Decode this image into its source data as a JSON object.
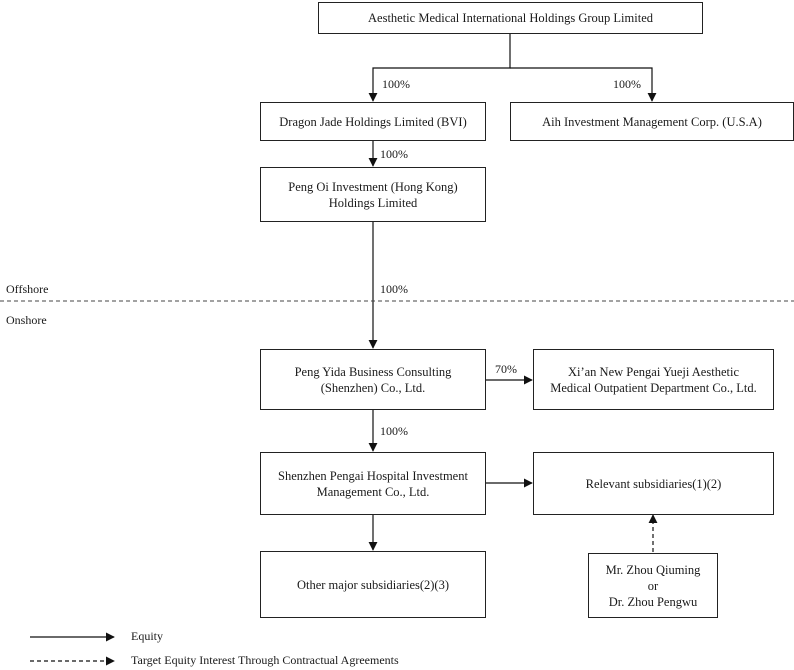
{
  "entities": {
    "parent": "Aesthetic Medical International Holdings Group Limited",
    "dragon_jade": "Dragon Jade Holdings Limited (BVI)",
    "aih": "Aih Investment Management Corp. (U.S.A)",
    "peng_oi_line1": "Peng Oi Investment (Hong Kong)",
    "peng_oi_line2": "Holdings Limited",
    "peng_yida_line1": "Peng Yida Business Consulting",
    "peng_yida_line2": "(Shenzhen) Co., Ltd.",
    "xian_line1": "Xi’an New Pengai Yueji Aesthetic",
    "xian_line2": "Medical Outpatient Department Co., Ltd.",
    "shenzhen_pengai_line1": "Shenzhen Pengai Hospital Investment",
    "shenzhen_pengai_line2": "Management Co., Ltd.",
    "relevant_subsidiaries": "Relevant subsidiaries(1)(2)",
    "other_subsidiaries": "Other major subsidiaries(2)(3)",
    "zhou_line1": "Mr. Zhou Qiuming",
    "zhou_line2": "or",
    "zhou_line3": "Dr. Zhou Pengwu"
  },
  "ownership": {
    "parent_to_dragon_jade": "100%",
    "parent_to_aih": "100%",
    "dragon_jade_to_peng_oi": "100%",
    "peng_oi_to_peng_yida": "100%",
    "peng_yida_to_xian": "70%",
    "peng_yida_to_shenzhen_pengai": "100%"
  },
  "zones": {
    "offshore": "Offshore",
    "onshore": "Onshore"
  },
  "legend": {
    "equity": "Equity",
    "contractual": "Target Equity Interest Through Contractual Agreements"
  }
}
